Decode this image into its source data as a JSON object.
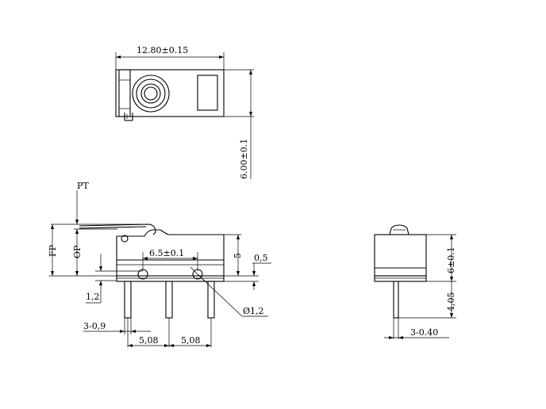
{
  "top_view": {
    "width_dim": "12.80±0.15",
    "height_dim": "6.00±0.1"
  },
  "front_view": {
    "pt_label": "PT",
    "fp_label": "FP",
    "op_label": "OP",
    "hole_spacing_dim": "6.5±0.1",
    "height_dim": "5",
    "top_offset_dim": "0,5",
    "left_offset_dim": "1,2",
    "pin_width_dim": "3-0,9",
    "pitch_left_dim": "5,08",
    "pitch_right_dim": "5,08",
    "hole_dia_dim": "Ø1,2"
  },
  "side_view": {
    "height_dim": "6±0.1",
    "pin_length_dim": "4,05",
    "pin_thickness_dim": "3-0.40"
  }
}
